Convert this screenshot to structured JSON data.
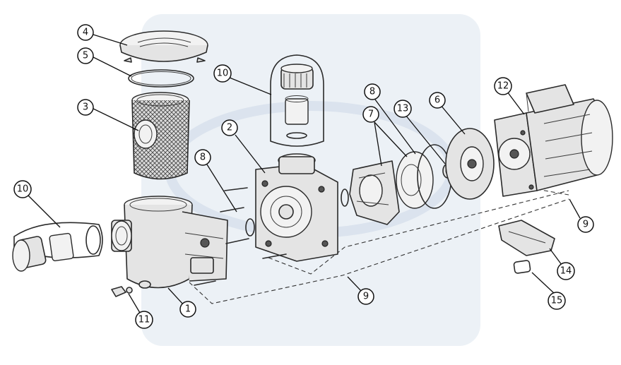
{
  "diagram": {
    "callouts": [
      {
        "id": "c1",
        "label": "1"
      },
      {
        "id": "c2",
        "label": "2"
      },
      {
        "id": "c3",
        "label": "3"
      },
      {
        "id": "c4",
        "label": "4"
      },
      {
        "id": "c5",
        "label": "5"
      },
      {
        "id": "c6",
        "label": "6"
      },
      {
        "id": "c7",
        "label": "7"
      },
      {
        "id": "c8a",
        "label": "8"
      },
      {
        "id": "c8b",
        "label": "8"
      },
      {
        "id": "c9a",
        "label": "9"
      },
      {
        "id": "c9b",
        "label": "9"
      },
      {
        "id": "c10a",
        "label": "10"
      },
      {
        "id": "c10b",
        "label": "10"
      },
      {
        "id": "c11",
        "label": "11"
      },
      {
        "id": "c12",
        "label": "12"
      },
      {
        "id": "c13",
        "label": "13"
      },
      {
        "id": "c14",
        "label": "14"
      },
      {
        "id": "c15",
        "label": "15"
      }
    ]
  },
  "colors": {
    "line": "#2a2a2a",
    "fill": "#e4e4e4",
    "watermark": "#c9d6e6"
  }
}
